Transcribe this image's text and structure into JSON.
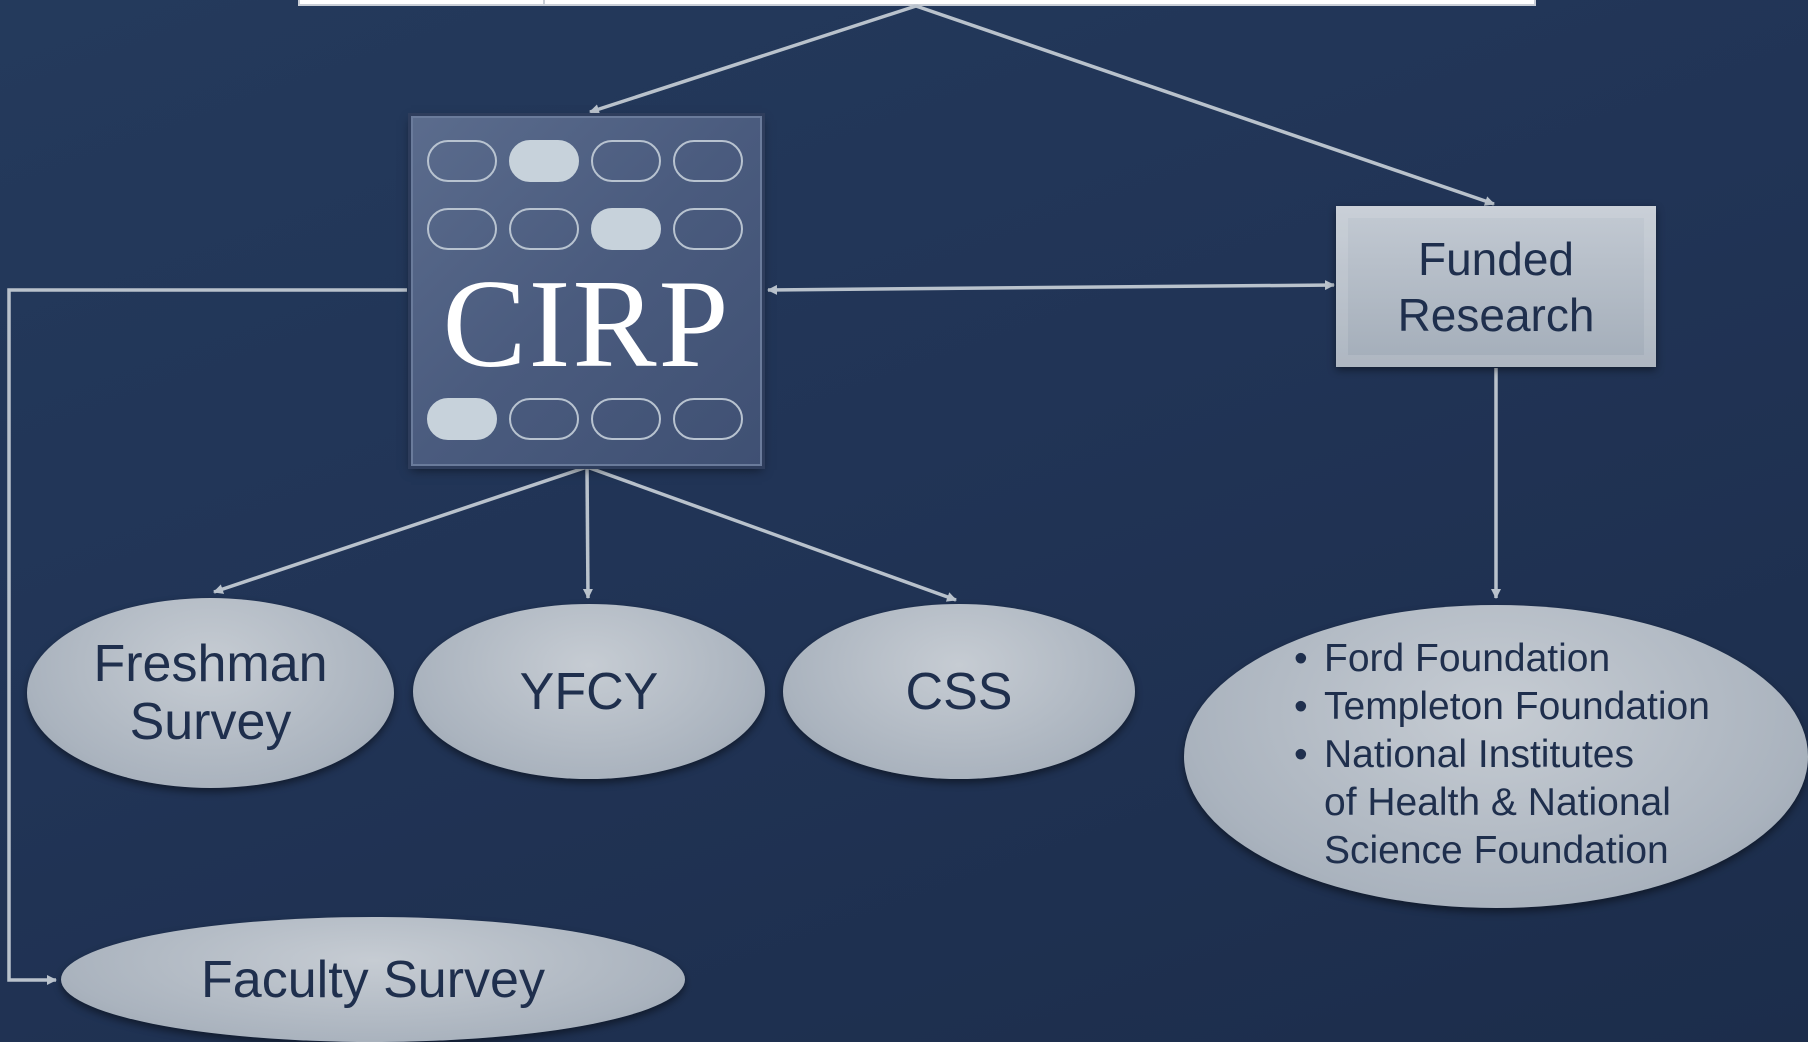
{
  "logo": {
    "text": "CIRP"
  },
  "funded_research": {
    "label": "Funded\nResearch"
  },
  "surveys": {
    "freshman": "Freshman\nSurvey",
    "yfcy": "YFCY",
    "css": "CSS",
    "faculty": "Faculty Survey"
  },
  "funders": [
    "Ford Foundation",
    "Templeton Foundation",
    "National Institutes\nof Health & National\nScience Foundation"
  ],
  "colors": {
    "background": "#213456",
    "node_fill": "#b3bbc5",
    "node_text": "#1f2f4d",
    "connector": "#b9c2cc"
  }
}
